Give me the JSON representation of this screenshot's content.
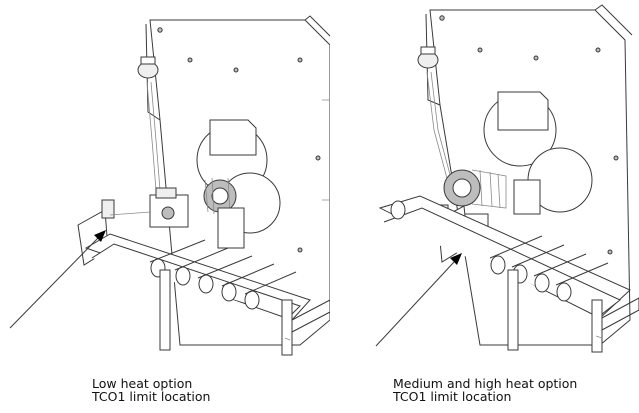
{
  "figures": [
    {
      "caption_line1": "Low heat option",
      "caption_line2": "TCO1 limit location"
    },
    {
      "caption_line1": "Medium and high heat option",
      "caption_line2": "TCO1 limit location"
    }
  ]
}
